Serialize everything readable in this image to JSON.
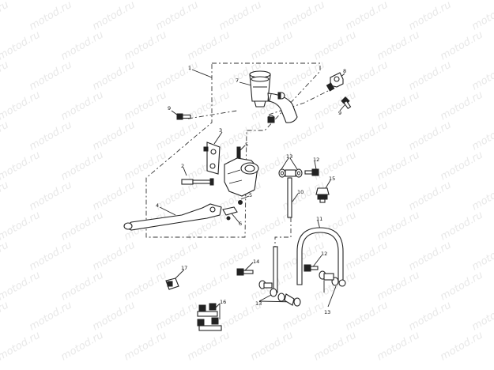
{
  "watermark": "motod.ru",
  "colors": {
    "line": "#222222",
    "watermark": "#e8e8e8",
    "background": "#ffffff"
  },
  "callouts": [
    "1",
    "2",
    "3",
    "4",
    "5",
    "5",
    "6",
    "7",
    "8",
    "9",
    "9",
    "10",
    "11",
    "12",
    "12",
    "13",
    "13",
    "13",
    "14",
    "15",
    "16",
    "17"
  ]
}
